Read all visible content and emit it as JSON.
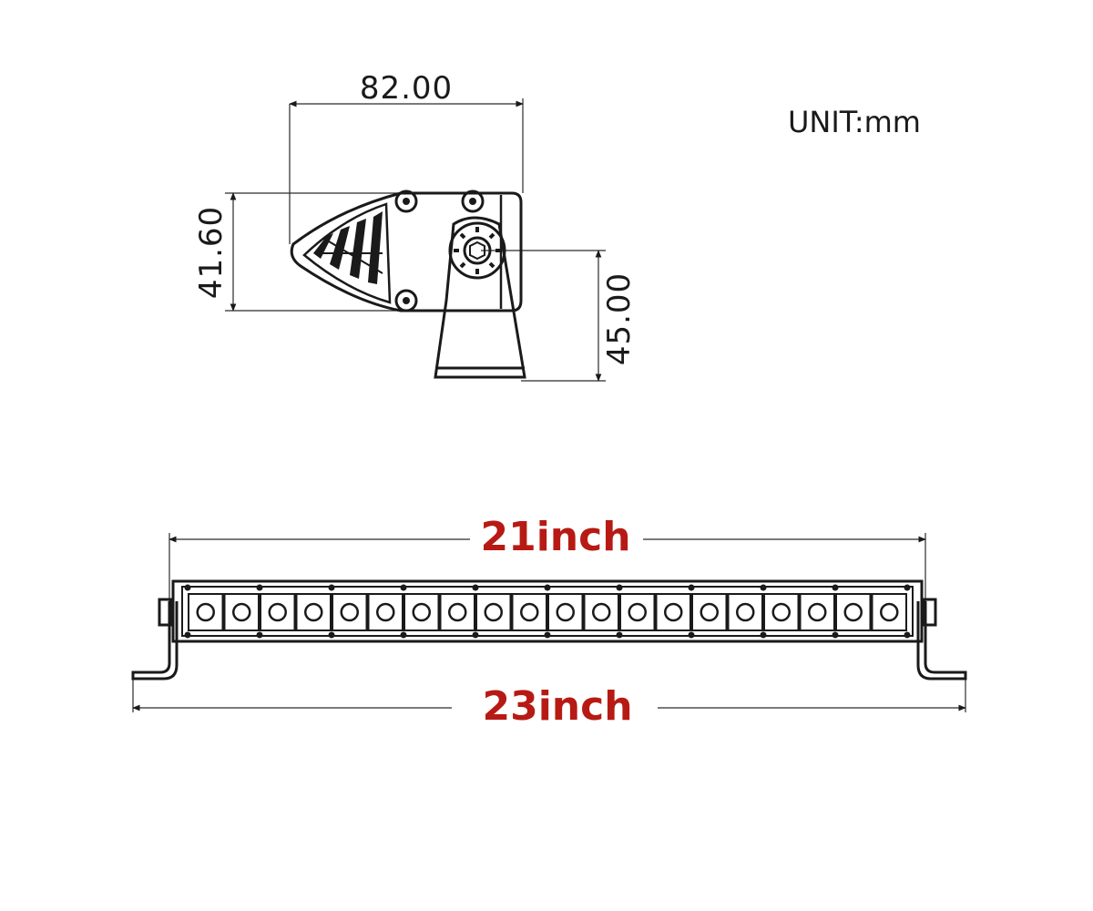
{
  "unit_label": "UNIT:mm",
  "side_view": {
    "width_label": "82.00",
    "height_label": "41.60",
    "bracket_height_label": "45.00"
  },
  "front_view": {
    "light_length_label": "21inch",
    "overall_length_label": "23inch",
    "led_count": 20
  },
  "colors": {
    "line": "#1a1a1a",
    "highlight_text": "#b71a14",
    "background": "#ffffff"
  }
}
